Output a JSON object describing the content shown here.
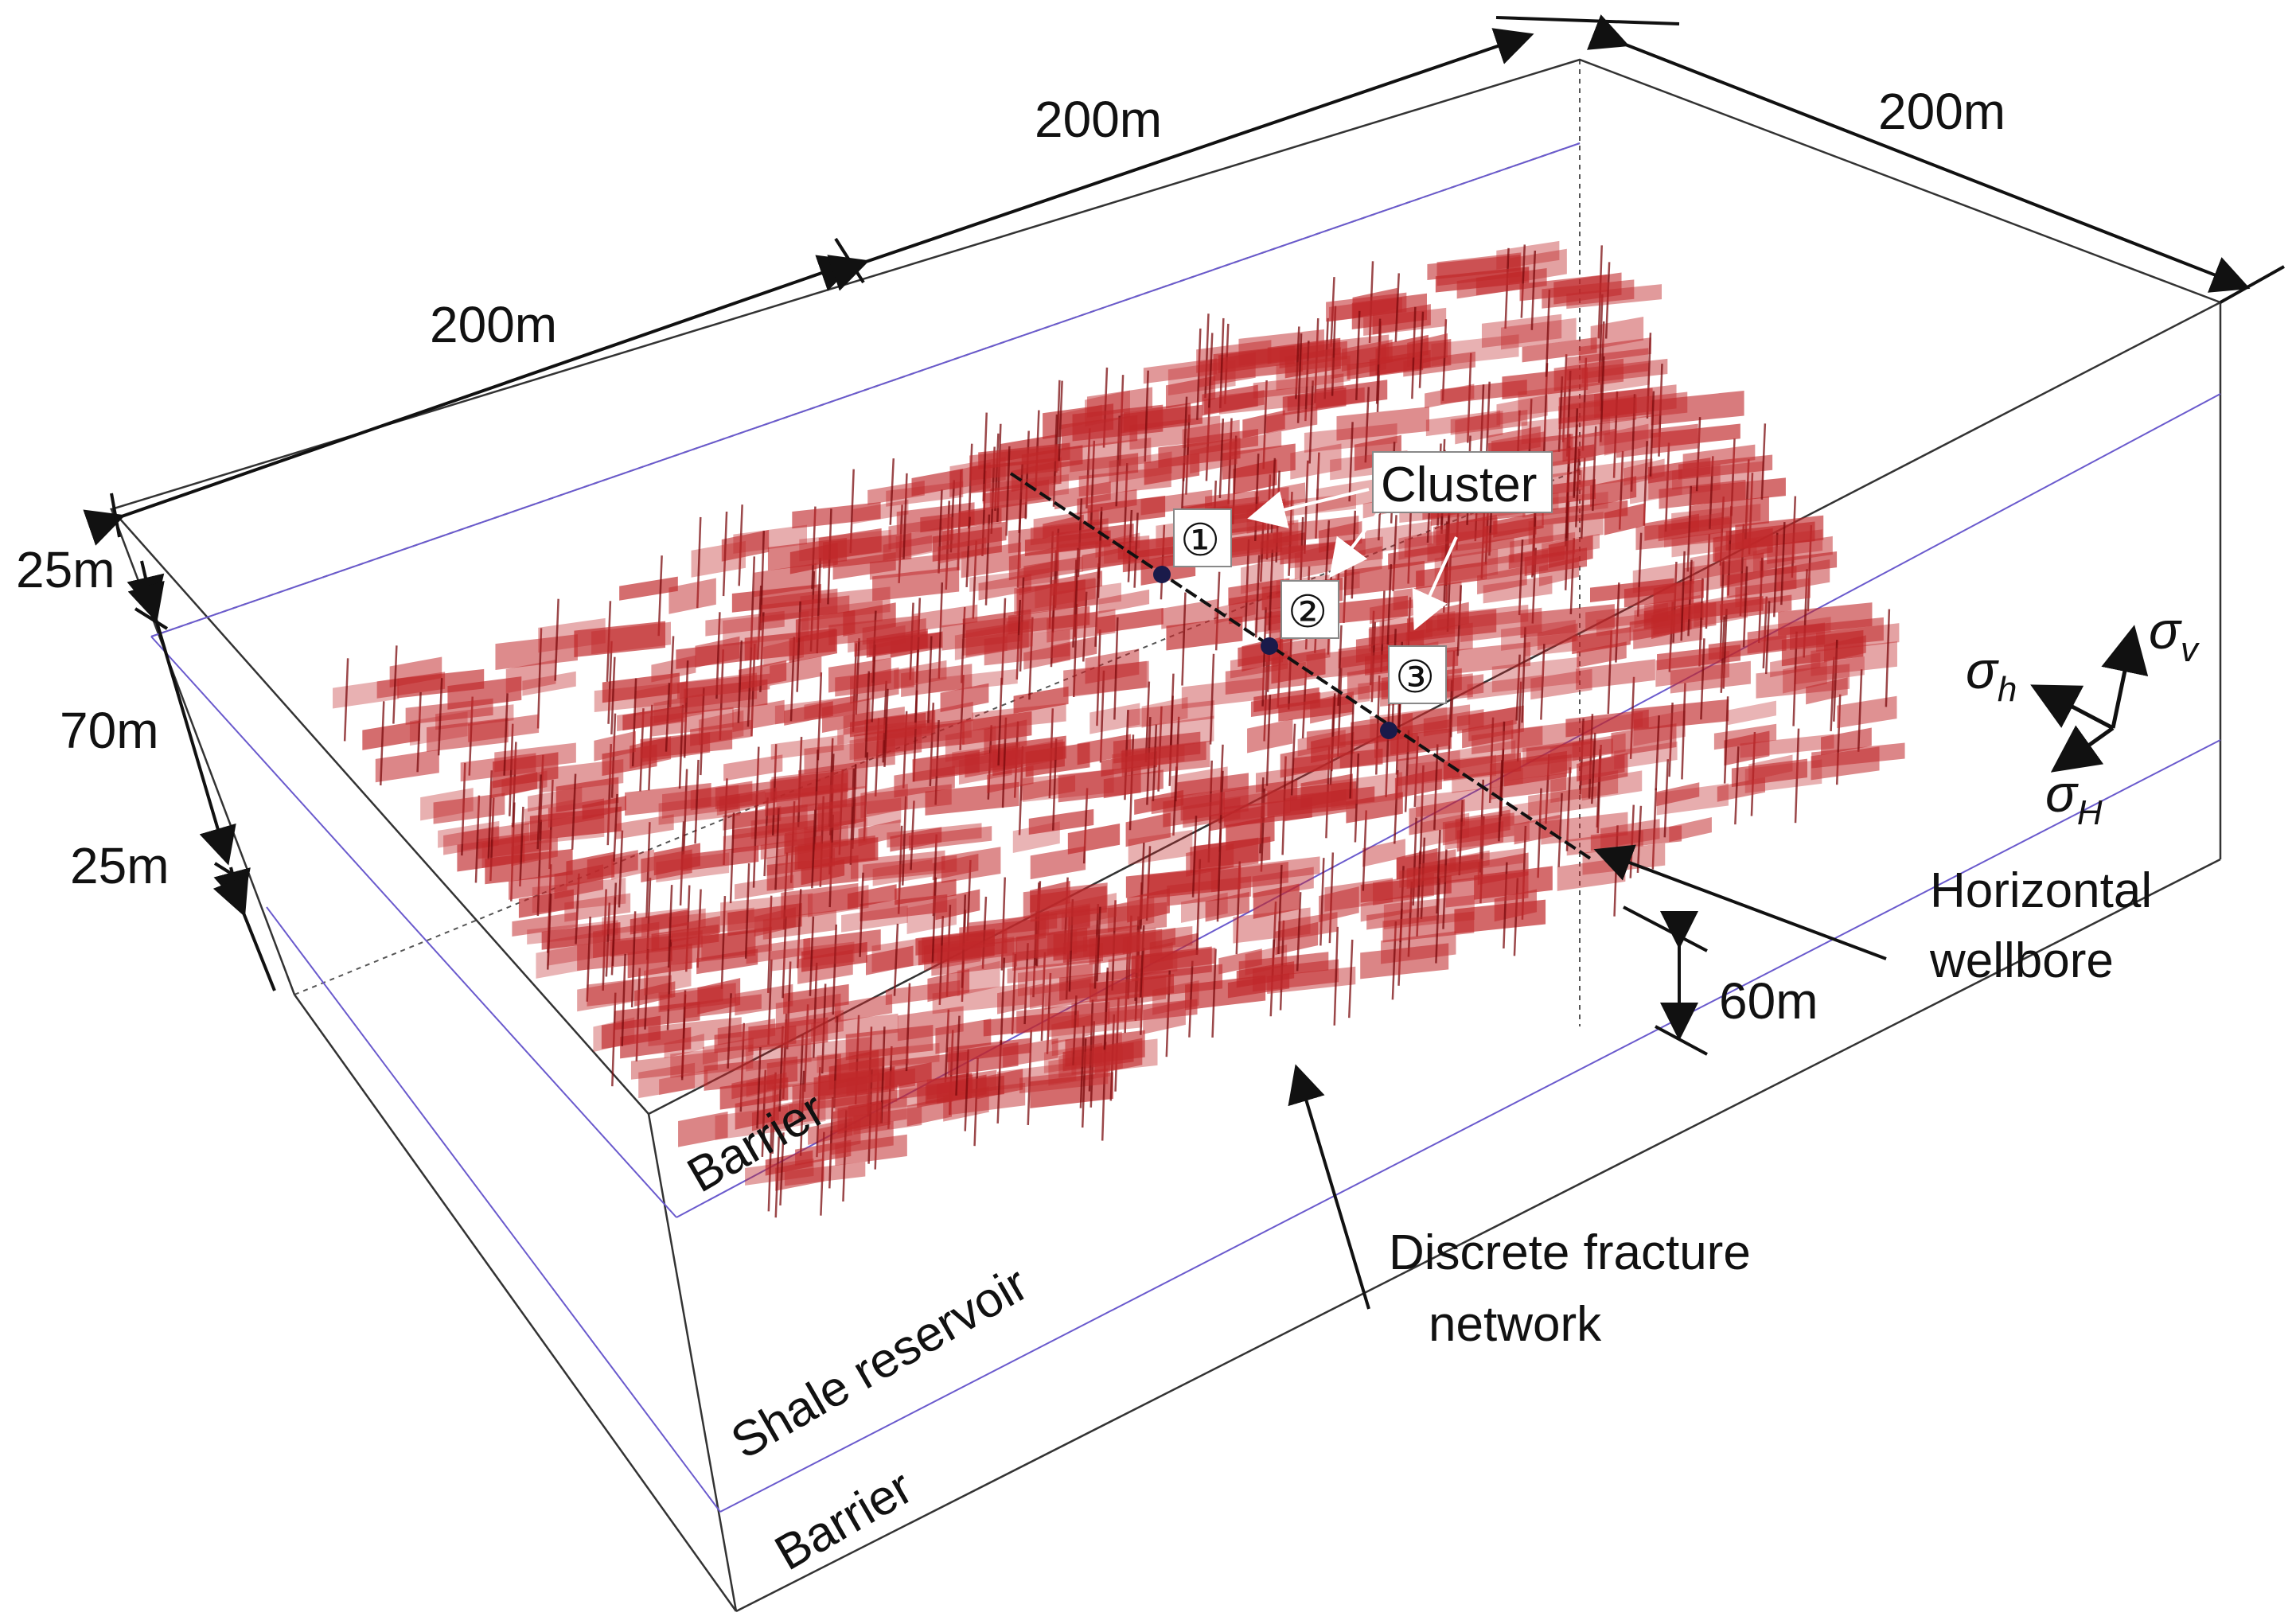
{
  "dimensions": {
    "length_1": "200m",
    "length_2": "200m",
    "width": "200m",
    "top_barrier": "25m",
    "reservoir": "70m",
    "bottom_barrier": "25m",
    "wellbore_height": "60m"
  },
  "labels": {
    "cluster": "Cluster",
    "cluster_1": "①",
    "cluster_2": "②",
    "cluster_3": "③",
    "horizontal_wellbore_line1": "Horizontal",
    "horizontal_wellbore_line2": "wellbore",
    "dfn_line1": "Discrete fracture",
    "dfn_line2": "network",
    "barrier_top": "Barrier",
    "shale_reservoir": "Shale reservoir",
    "barrier_bottom": "Barrier"
  },
  "stress": {
    "sigma_v": "σ",
    "sigma_v_sub": "v",
    "sigma_h": "σ",
    "sigma_h_sub": "h",
    "sigma_H": "σ",
    "sigma_H_sub": "H"
  },
  "colors": {
    "fracture_fill": "#c0282a",
    "fracture_dark": "#7a0a0c",
    "box_edge": "#333333",
    "layer_line": "#6a5acd",
    "wellbore": "#111111"
  }
}
